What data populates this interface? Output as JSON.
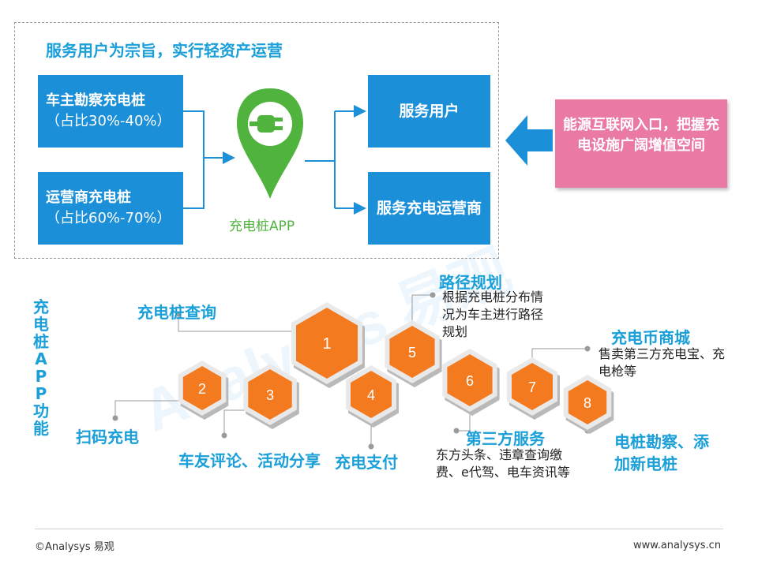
{
  "headline": "服务用户为宗旨，实行轻资产运营",
  "sources": [
    {
      "name": "车主勘察充电桩",
      "pct": "（占比30%-40%）"
    },
    {
      "name": "运营商充电桩",
      "pct": "（占比60%-70%）"
    }
  ],
  "app_label": "充电桩APP",
  "targets": [
    "服务用户",
    "服务充电运营商"
  ],
  "pink_box": "能源互联网入口，把握充电设施广阔增值空间",
  "vertical_title": "充电桩APP功能",
  "features": [
    {
      "num": "1",
      "label": "充电桩查询",
      "desc": ""
    },
    {
      "num": "2",
      "label": "扫码充电",
      "desc": ""
    },
    {
      "num": "3",
      "label": "车友评论、活动分享",
      "desc": ""
    },
    {
      "num": "4",
      "label": "充电支付",
      "desc": ""
    },
    {
      "num": "5",
      "label": "路径规划",
      "desc": "根据充电桩分布情况为车主进行路径规划"
    },
    {
      "num": "6",
      "label": "第三方服务",
      "desc": "东方头条、违章查询缴费、e代驾、电车资讯等"
    },
    {
      "num": "7",
      "label": "充电币商城",
      "desc": "售卖第三方充电宝、充电枪等"
    },
    {
      "num": "8",
      "label": "电桩勘察、添加新电桩",
      "desc": ""
    }
  ],
  "watermark": "Analysys 易观",
  "footer": {
    "left": "©Analysys 易观",
    "right": "www.analysys.cn"
  },
  "colors": {
    "blue": "#1b8fd8",
    "heading": "#1a9fd8",
    "orange": "#f47a20",
    "pink": "#ea7aa4",
    "green": "#4fb33d"
  }
}
